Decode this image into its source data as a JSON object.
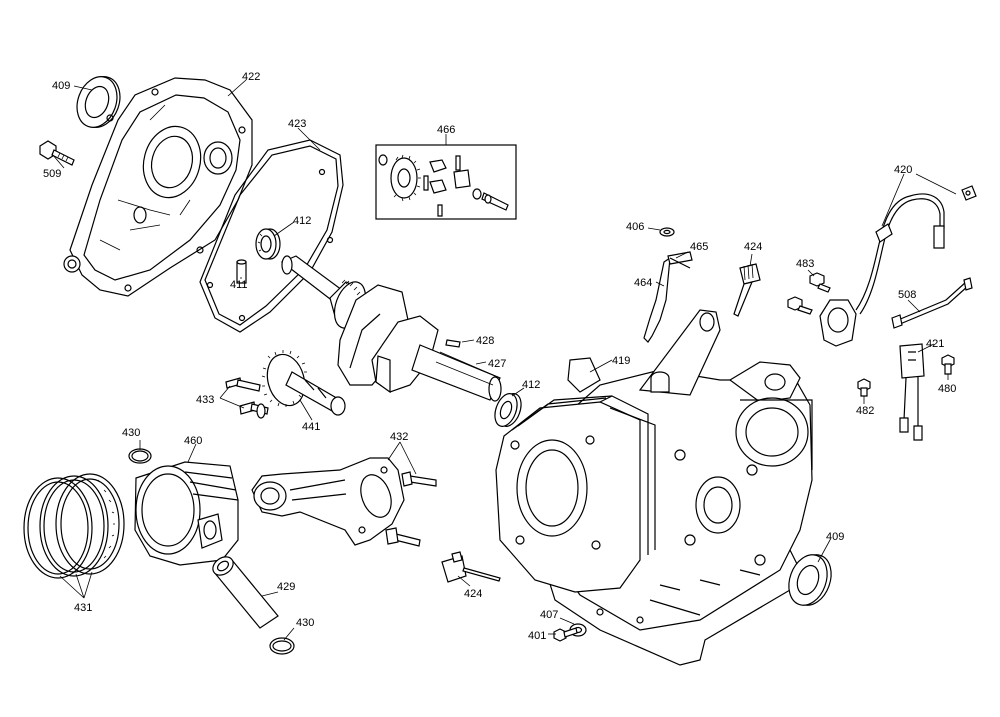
{
  "labels": {
    "p409a": "409",
    "p422": "422",
    "p509": "509",
    "p423": "423",
    "p466": "466",
    "p412a": "412",
    "p411": "411",
    "p406": "406",
    "p465": "465",
    "p424a": "424",
    "p420": "420",
    "p483": "483",
    "p464": "464",
    "p508": "508",
    "p428": "428",
    "p421": "421",
    "p419": "419",
    "p427": "427",
    "p480": "480",
    "p433": "433",
    "p412b": "412",
    "p482": "482",
    "p441": "441",
    "p430a": "430",
    "p432": "432",
    "p460": "460",
    "p409b": "409",
    "p429": "429",
    "p424b": "424",
    "p431": "431",
    "p407": "407",
    "p430b": "430",
    "p401": "401"
  }
}
